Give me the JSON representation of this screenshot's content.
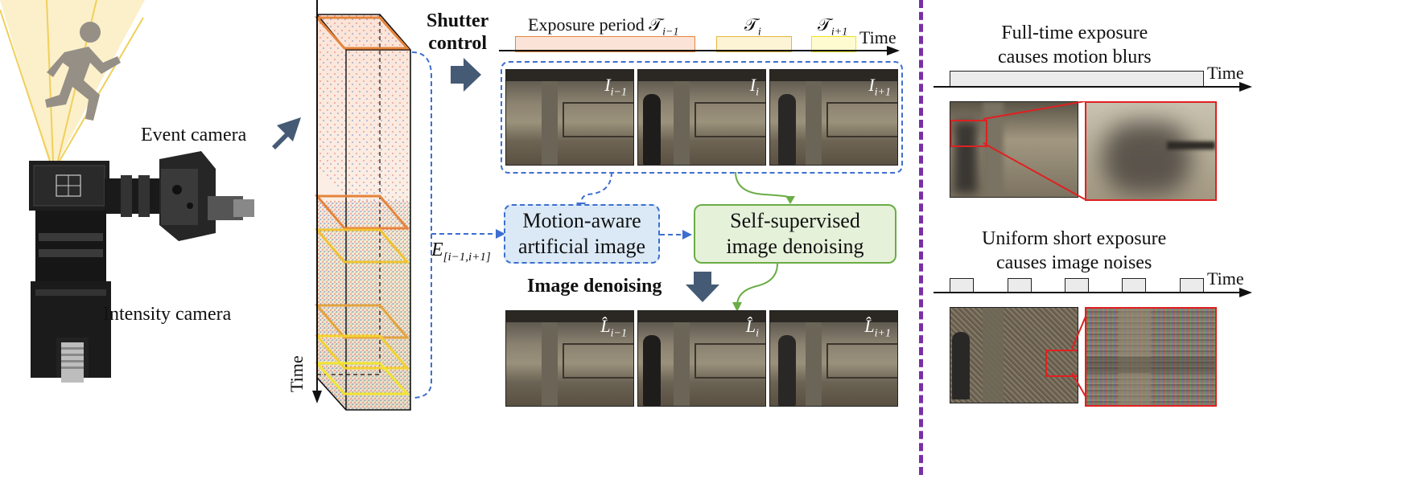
{
  "left": {
    "event_camera_label": "Event camera",
    "intensity_camera_label": "Intensity camera",
    "time_label": "Time"
  },
  "middle": {
    "shutter_control": "Shutter\ncontrol",
    "timeline": {
      "exposure_period": "Exposure period 𝒯",
      "exposure_period_sub": "i−1",
      "t_i": "𝒯",
      "t_i_sub": "i",
      "t_ip1": "𝒯",
      "t_ip1_sub": "i+1",
      "time": "Time"
    },
    "input_frames": [
      {
        "label": "I",
        "sub": "i−1"
      },
      {
        "label": "I",
        "sub": "i"
      },
      {
        "label": "I",
        "sub": "i+1"
      }
    ],
    "output_frames": [
      {
        "label": "L̂",
        "sub": "i−1"
      },
      {
        "label": "L̂",
        "sub": "i"
      },
      {
        "label": "L̂",
        "sub": "i+1"
      }
    ],
    "event_range_label": "E",
    "event_range_sub": "[i−1,i+1]",
    "motion_box": "Motion-aware\nartificial image",
    "denoise_box": "Self-supervised\nimage denoising",
    "image_denoising": "Image denoising"
  },
  "right": {
    "full_time_title": "Full-time exposure\ncauses motion blurs",
    "uniform_title": "Uniform short exposure\ncauses image noises",
    "time_top": "Time",
    "time_bottom": "Time"
  },
  "colors": {
    "blue_dash": "#3d6fcf",
    "green": "#6aad45",
    "purple_divider": "#7b2fa6",
    "red_zoom": "#e02020",
    "orange": "#e5843c",
    "yellow": "#f2d230"
  }
}
